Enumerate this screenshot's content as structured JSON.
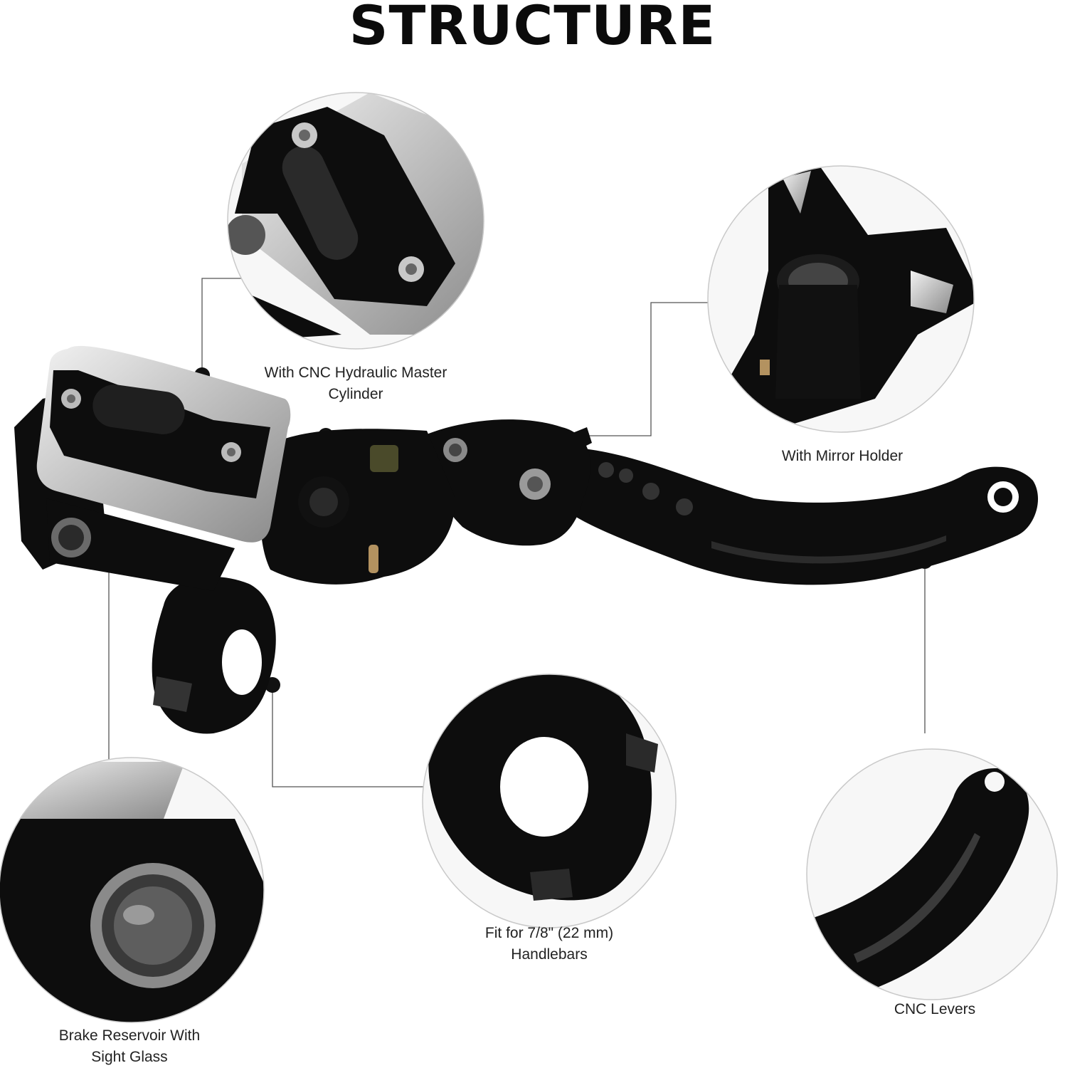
{
  "title": "STRUCTURE",
  "colors": {
    "background": "#ffffff",
    "product": "#0d0d0d",
    "metal": "#cfcfcf",
    "leader": "#444444"
  },
  "callouts": [
    {
      "id": "master-cylinder",
      "lines": [
        "With CNC Hydraulic Master",
        "Cylinder"
      ]
    },
    {
      "id": "mirror-holder",
      "lines": [
        "With Mirror Holder"
      ]
    },
    {
      "id": "handlebars",
      "lines": [
        "Fit for 7/8\" (22 mm)",
        "Handlebars"
      ]
    },
    {
      "id": "cnc-levers",
      "lines": [
        "CNC Levers"
      ]
    },
    {
      "id": "sight-glass",
      "lines": [
        "Brake Reservoir With",
        "Sight Glass"
      ]
    }
  ]
}
